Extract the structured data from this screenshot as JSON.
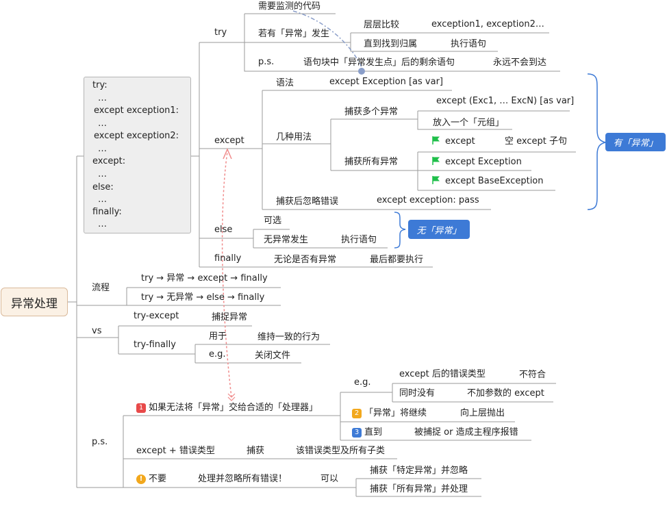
{
  "root": "异常处理",
  "code": [
    "try:",
    "…",
    "except exception1:",
    "…",
    "except exception2:",
    "…",
    "except:",
    "…",
    "else:",
    "…",
    "finally:",
    "…"
  ],
  "try": {
    "label": "try",
    "monitor": "需要监测的代码",
    "if_exc": "若有「异常」发生",
    "compare": "层层比较",
    "compare_val": "exception1, exception2…",
    "find": "直到找到归属",
    "exec": "执行语句",
    "ps": "p.s.",
    "rest": "语句块中「异常发生点」后的剩余语句",
    "never": "永远不会到达"
  },
  "except": {
    "label": "except",
    "syntax": "语法",
    "syntax_val": "except Exception [as var]",
    "usages": "几种用法",
    "multi": "捕获多个异常",
    "multi_val": "except (Exc1, … ExcN) [as var]",
    "tuple": "放入一个「元组」",
    "all": "捕获所有异常",
    "all_1": "except",
    "all_1_note": "空 except 子句",
    "all_2": "except Exception",
    "all_3": "except BaseException",
    "ignore": "捕获后忽略错误",
    "ignore_val": "except exception: pass"
  },
  "else": {
    "label": "else",
    "optional": "可选",
    "noexc": "无异常发生",
    "exec": "执行语句"
  },
  "finally": {
    "label": "finally",
    "whether": "无论是否有异常",
    "always": "最后都要执行"
  },
  "tags": {
    "has": "有「异常」",
    "none": "无「异常」"
  },
  "flow": {
    "label": "流程",
    "f1": "try → 异常 → except → finally",
    "f2": "try → 无异常 → else → finally"
  },
  "vs": {
    "label": "vs",
    "te": "try-except",
    "te_val": "捕捉异常",
    "tf": "try-finally",
    "use": "用于",
    "use_val": "维持一致的行为",
    "eg": "e.g.",
    "eg_val": "关闭文件"
  },
  "ps": {
    "label": "p.s.",
    "if_no": "如果无法将「异常」交给合适的「处理器」",
    "eg": "e.g.",
    "mismatch_a": "except 后的错误类型",
    "mismatch_b": "不符合",
    "none_a": "同时没有",
    "none_b": "不加参数的 except",
    "cont": "「异常」将继续",
    "cont_val": "向上层抛出",
    "until": "直到",
    "until_val": "被捕捉 or 造成主程序报错",
    "exc_type": "except + 错误类型",
    "catch": "捕获",
    "catch_val": "该错误类型及所有子类",
    "dont": "不要",
    "dont_val": "处理并忽略所有错误！",
    "can": "可以",
    "can_1": "捕获「特定异常」并忽略",
    "can_2": "捕获「所有异常」并处理"
  },
  "colors": {
    "badge1": "#e84a4a",
    "badge2": "#f2a81d",
    "badge3": "#3d7ad6",
    "warn": "#f2a81d",
    "flag": "#1fbf4a",
    "pill": "#3d7ad6"
  }
}
